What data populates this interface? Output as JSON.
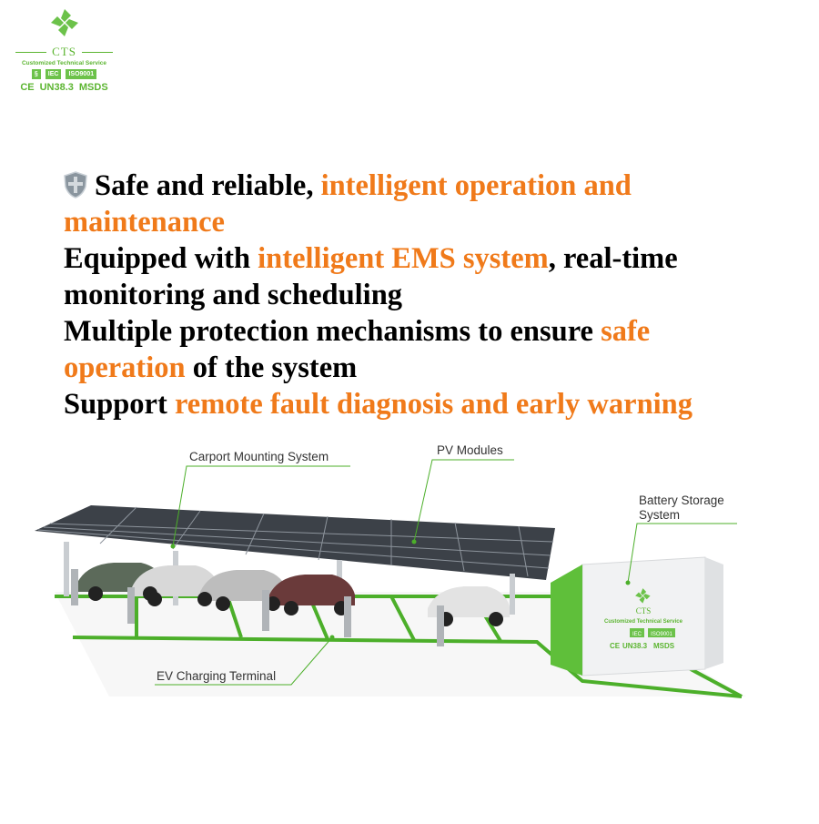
{
  "logo": {
    "brand": "CTS",
    "tagline": "Customized Technical Service",
    "badges": [
      "IEC",
      "ISO9001"
    ],
    "certs": [
      "CE",
      "UN38.3",
      "MSDS"
    ]
  },
  "features": {
    "line1": {
      "black": "Safe and reliable, ",
      "orange": "intelligent operation and"
    },
    "line2": {
      "orange": "maintenance"
    },
    "line3": {
      "black": "Equipped with ",
      "orange": "intelligent EMS system",
      "black2": ", real-time"
    },
    "line4": {
      "black": "monitoring and scheduling"
    },
    "line5": {
      "black": "Multiple protection mechanisms to ensure ",
      "orange": "safe"
    },
    "line6": {
      "orange": "operation",
      "black": " of the system"
    },
    "line7": {
      "black": "Support ",
      "orange": "remote fault diagnosis and early warning"
    },
    "icon": "shield-icon"
  },
  "diagram": {
    "labels": {
      "carport": "Carport Mounting System",
      "pv": "PV Modules",
      "battery": "Battery Storage System",
      "ev": "EV Charging Terminal"
    },
    "container_logo": {
      "brand": "CTS",
      "tagline": "Customized Technical Service",
      "badges": [
        "IEC",
        "ISO9001"
      ],
      "certs": [
        "CE",
        "UN38.3",
        "MSDS"
      ]
    }
  },
  "colors": {
    "accent_orange": "#f07a1a",
    "brand_green": "#5cb531",
    "ground_green": "#4caf2a"
  }
}
